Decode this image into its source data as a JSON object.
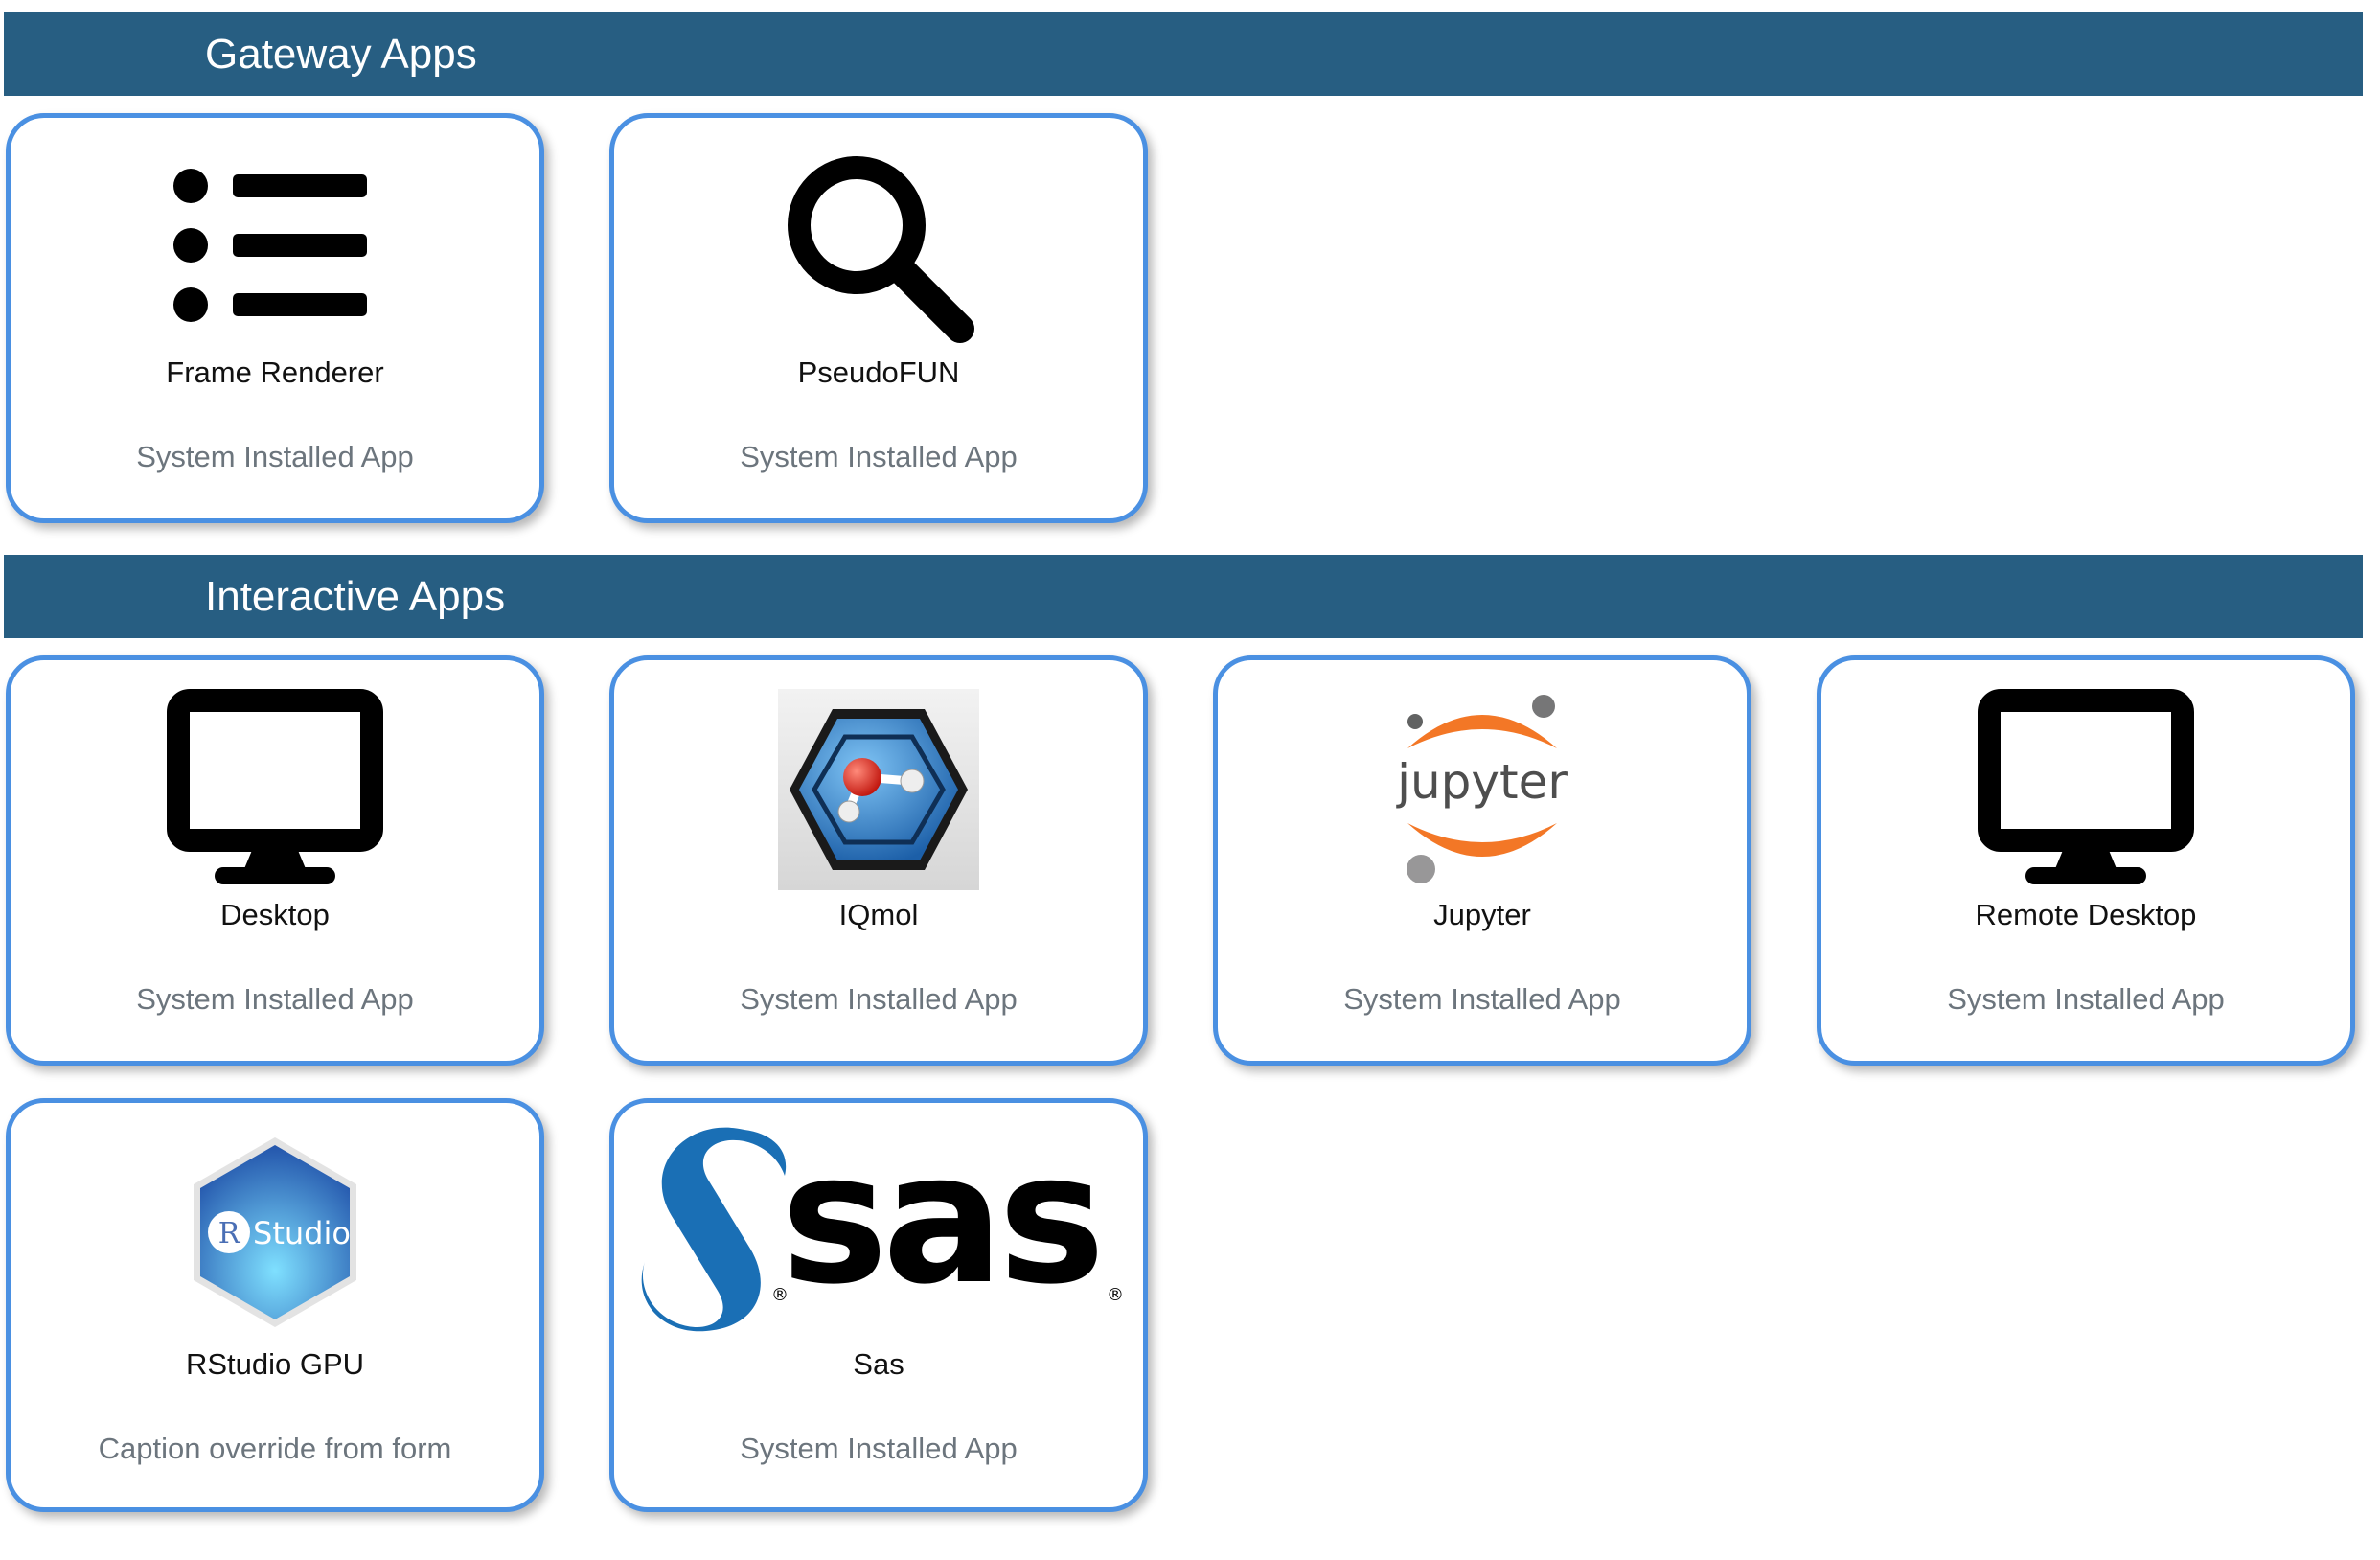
{
  "sections": [
    {
      "title": "Gateway Apps"
    },
    {
      "title": "Interactive Apps"
    }
  ],
  "apps": [
    {
      "title": "Frame Renderer",
      "caption": "System Installed App",
      "icon": "list-icon"
    },
    {
      "title": "PseudoFUN",
      "caption": "System Installed App",
      "icon": "search-icon"
    },
    {
      "title": "Desktop",
      "caption": "System Installed App",
      "icon": "desktop-icon"
    },
    {
      "title": "IQmol",
      "caption": "System Installed App",
      "icon": "iqmol-logo-icon"
    },
    {
      "title": "Jupyter",
      "caption": "System Installed App",
      "icon": "jupyter-logo-icon",
      "logo_text": "jupyter"
    },
    {
      "title": "Remote Desktop",
      "caption": "System Installed App",
      "icon": "desktop-icon"
    },
    {
      "title": "RStudio GPU",
      "caption": "Caption override from form",
      "icon": "rstudio-logo-icon",
      "logo_text": "Studio",
      "logo_badge": "R"
    },
    {
      "title": "Sas",
      "caption": "System Installed App",
      "icon": "sas-logo-icon",
      "logo_text": "sas",
      "logo_mark": "®"
    }
  ],
  "colors": {
    "header_bg": "#275e82",
    "card_border": "#4a90e2",
    "caption_text": "#6c757d",
    "jupyter_orange": "#f37726",
    "sas_blue": "#1a6fb5",
    "rstudio_blue": "#3b7cd6"
  }
}
